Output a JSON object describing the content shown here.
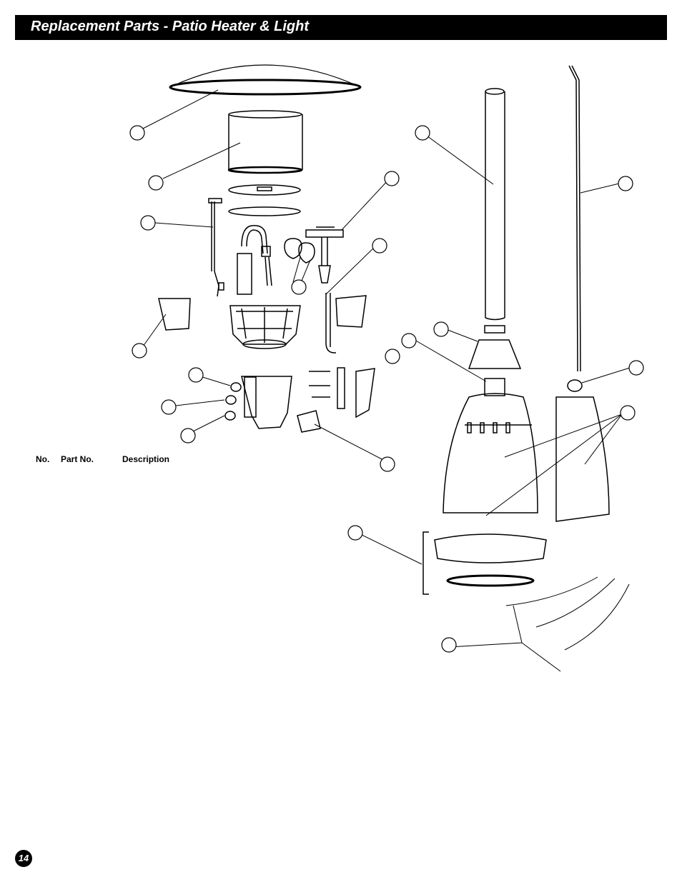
{
  "header": {
    "title": "Replacement Parts - Patio Heater & Light"
  },
  "parts_table": {
    "headers": [
      "No.",
      "Part No.",
      "Description"
    ]
  },
  "page": {
    "number": "14"
  },
  "colors": {
    "header_bg": "#000000",
    "header_text": "#ffffff",
    "line": "#000000"
  }
}
